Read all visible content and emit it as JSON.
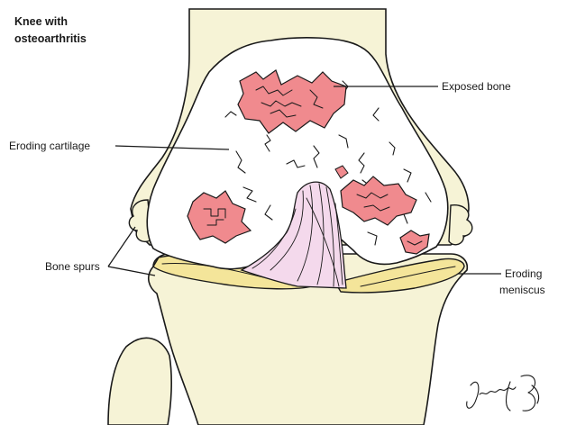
{
  "title": {
    "line1": "Knee with",
    "line2": "osteoarthritis"
  },
  "labels": {
    "exposed_bone": "Exposed bone",
    "eroding_cartilage": "Eroding cartilage",
    "bone_spurs": "Bone spurs",
    "eroding_meniscus_line1": "Eroding",
    "eroding_meniscus_line2": "meniscus"
  },
  "colors": {
    "bone": "#f6f3d6",
    "cartilage": "#ffffff",
    "exposed_bone": "#f08a8e",
    "meniscus": "#f4e59a",
    "ligament": "#f4d9ec",
    "outline": "#1a1a1a"
  },
  "signature": "Jennifer Fairman"
}
